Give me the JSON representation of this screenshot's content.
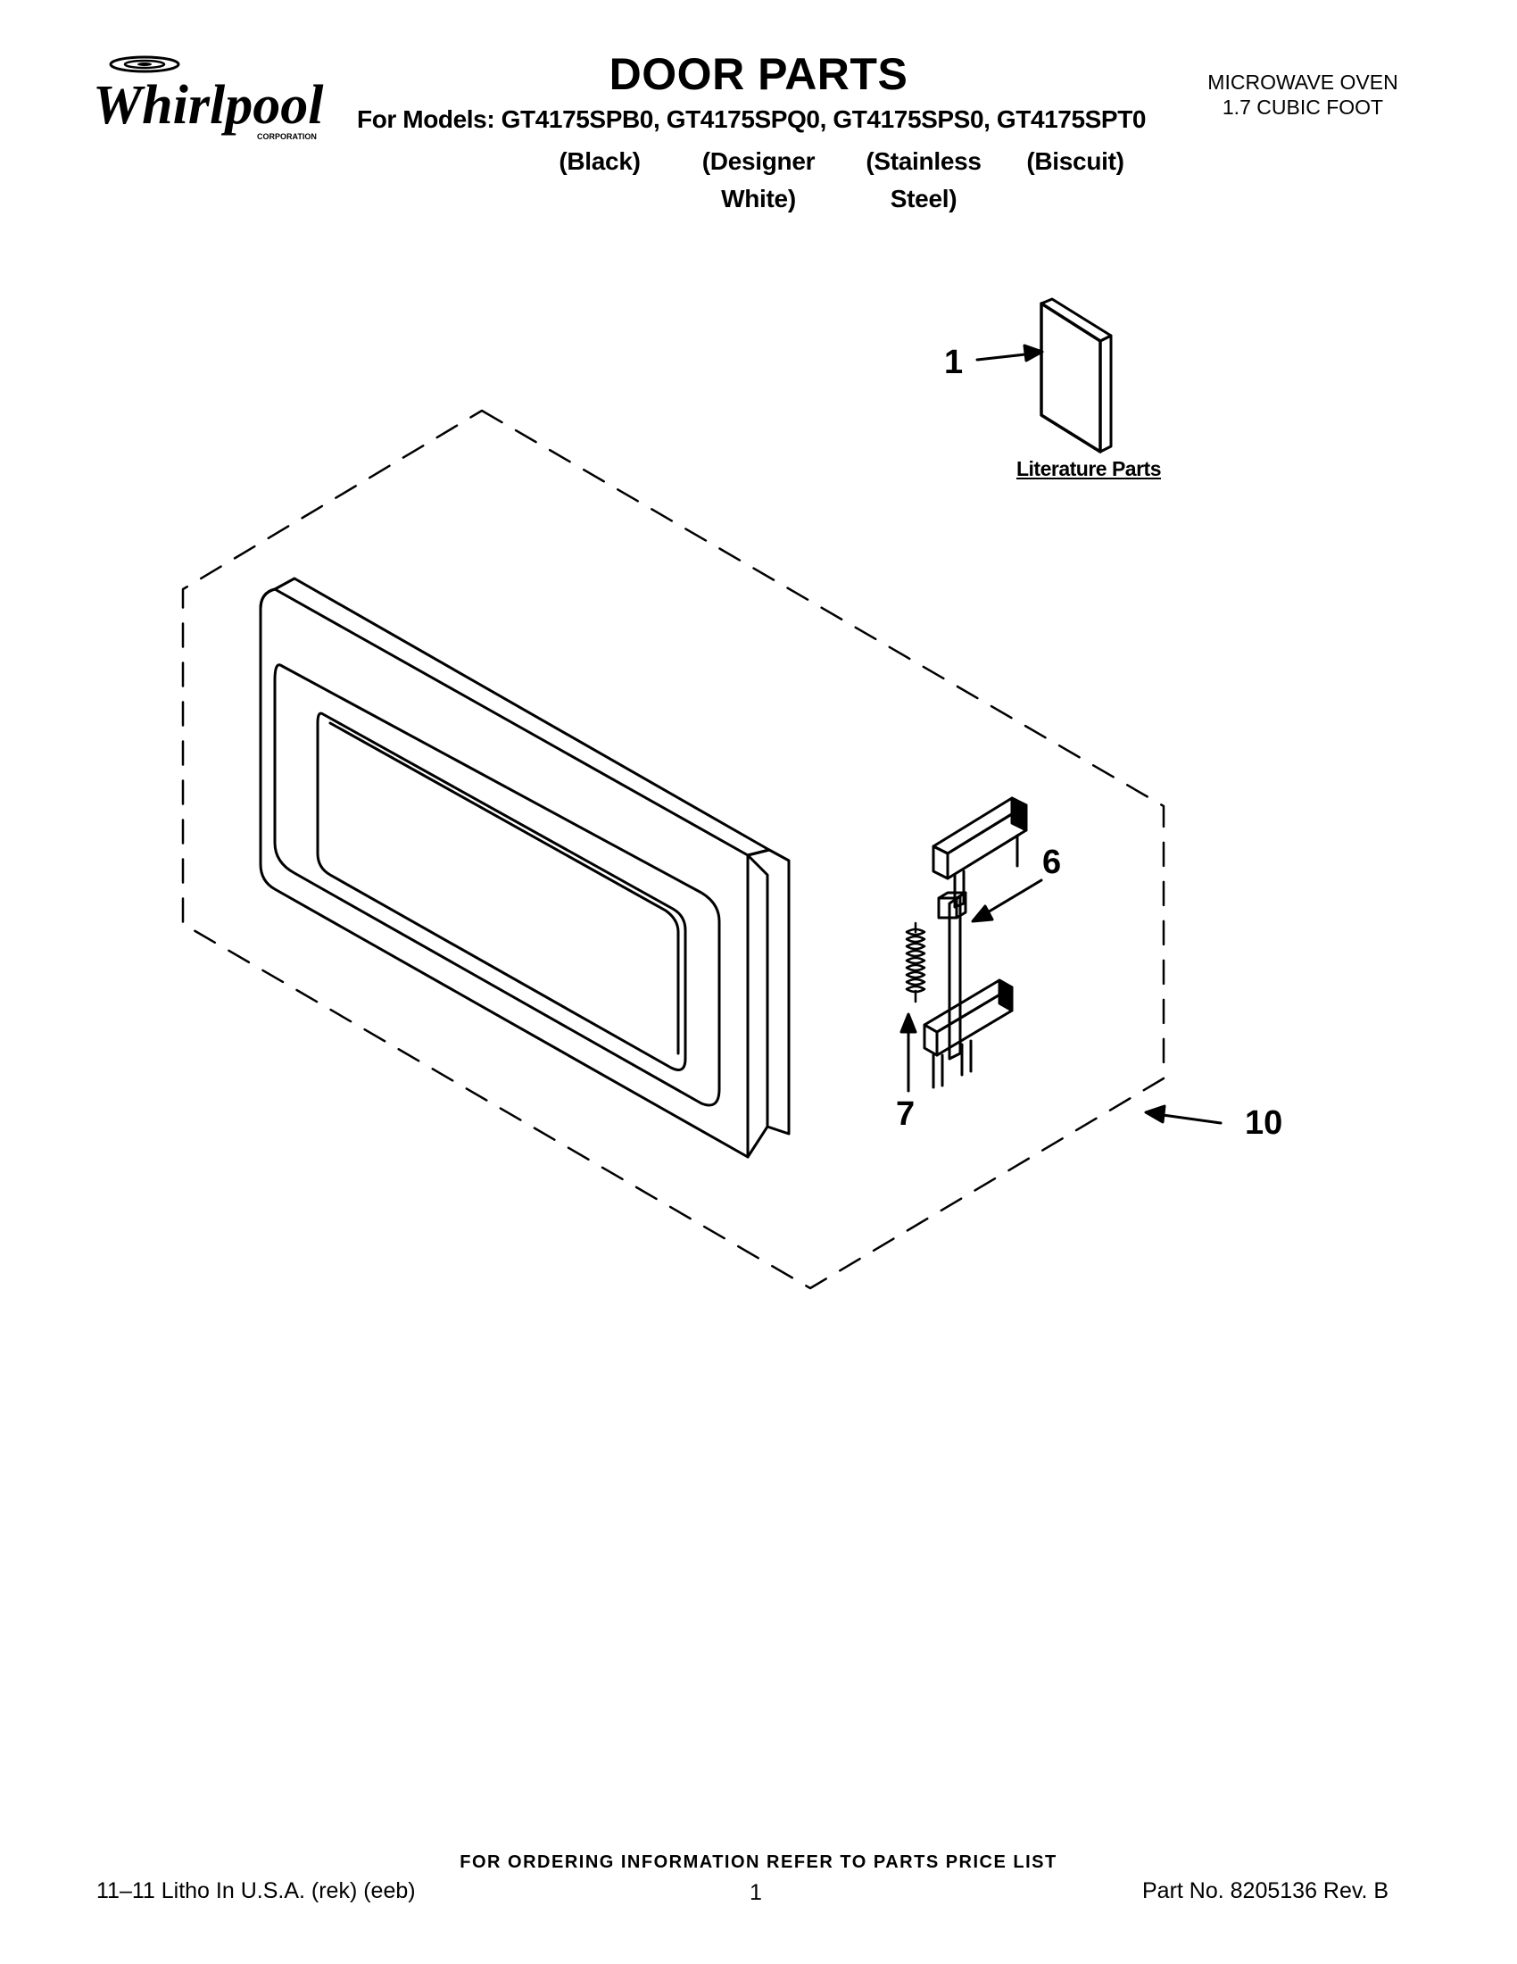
{
  "header": {
    "title": "DOOR PARTS",
    "models_line": "For Models: GT4175SPB0, GT4175SPQ0, GT4175SPS0, GT4175SPT0",
    "finishes": [
      {
        "line1": "(Black)",
        "line2": ""
      },
      {
        "line1": "(Designer",
        "line2": "White)"
      },
      {
        "line1": "(Stainless",
        "line2": "Steel)"
      },
      {
        "line1": "(Biscuit)",
        "line2": ""
      }
    ],
    "product_line1": "MICROWAVE OVEN",
    "product_line2": "1.7 CUBIC FOOT"
  },
  "logo": {
    "wordmark": "Whirlpool",
    "sub": "CORPORATION"
  },
  "diagram": {
    "callouts": [
      "1",
      "6",
      "7",
      "10"
    ],
    "literature_label": "Literature Parts"
  },
  "footer": {
    "ordering_info": "FOR ORDERING INFORMATION REFER TO PARTS PRICE LIST",
    "print_info": "11–11 Litho In U.S.A. (rek) (eeb)",
    "page_number": "1",
    "part_number": "Part No. 8205136 Rev. B"
  }
}
